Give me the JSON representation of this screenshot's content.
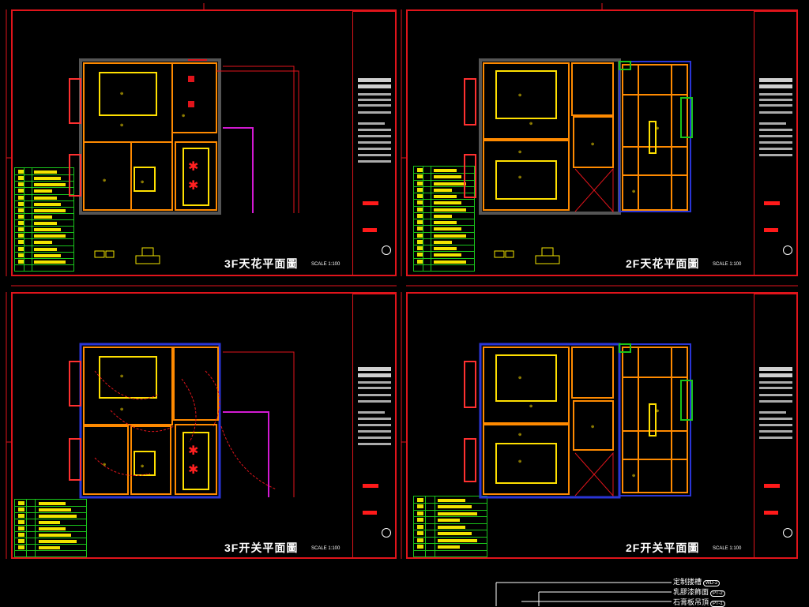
{
  "sheets": [
    {
      "title": "3F天花平面圖",
      "scale": "SCALE 1:100"
    },
    {
      "title": "2F天花平面圖",
      "scale": "SCALE 1:100"
    },
    {
      "title": "3F开关平面圖",
      "scale": "SCALE 1:100"
    },
    {
      "title": "2F开关平面圖",
      "scale": "SCALE 1:100"
    }
  ],
  "callouts": [
    {
      "text": "定制搂槽",
      "tag": "WD-2"
    },
    {
      "text": "乳膠漆飾面",
      "tag": "PT-2"
    },
    {
      "text": "石膏板吊頂",
      "tag": "PT-1"
    }
  ],
  "colors": {
    "frame": "#e0141b",
    "wall": "#ff8a00",
    "background": "#000000",
    "legend": "#19c41b",
    "highlight": "#f2e300",
    "purple": "#d21ad2",
    "blue": "#2a35d6"
  }
}
